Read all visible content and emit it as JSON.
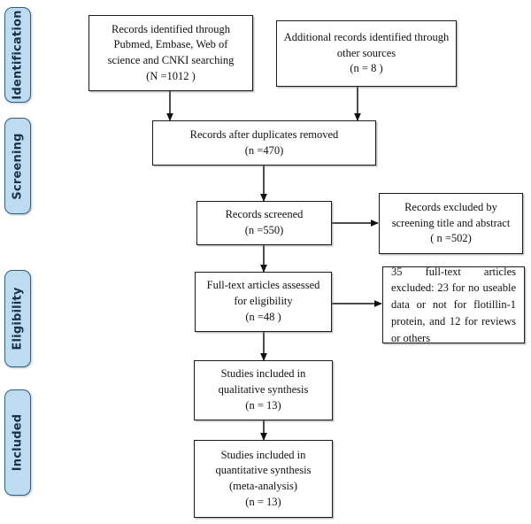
{
  "diagram": {
    "type": "prisma-flow-diagram",
    "title": "PRISMA study selection flow diagram",
    "colors": {
      "pill_fill": "#bedcf1",
      "pill_border": "#2d5f8b",
      "pill_text": "#17324a",
      "box_border": "#1b1b1b",
      "box_fill": "#ffffff",
      "connector": "#111111",
      "background": "#ffffff"
    }
  },
  "stages": [
    {
      "id": "identification",
      "label": "Identification"
    },
    {
      "id": "screening",
      "label": "Screening"
    },
    {
      "id": "eligibility",
      "label": "Eligibility"
    },
    {
      "id": "included",
      "label": "Included"
    }
  ],
  "boxes": {
    "records_identified": {
      "id": "records-identified",
      "text": "Records identified through\nPubmed, Embase, Web of\nscience and CNKI searching\n(N =1012 )",
      "count_label": "(N =1012 )",
      "count": 1012
    },
    "additional_records": {
      "id": "additional-records",
      "text": "Additional records identified through\nother sources\n(n = 8 )",
      "count_label": "(n = 8 )",
      "count": 8
    },
    "duplicates_removed": {
      "id": "records-after-duplicates-removed",
      "text": "Records after duplicates removed\n(n =470)",
      "count_label": "(n =470)",
      "count": 470
    },
    "records_screened": {
      "id": "records-screened",
      "text": "Records screened\n(n =550)",
      "count_label": "(n =550)",
      "count": 550
    },
    "records_excluded": {
      "id": "records-excluded",
      "text": "Records excluded by\nscreening title and abstract\n( n =502)",
      "count_label": "( n =502)",
      "count": 502
    },
    "fulltext_assessed": {
      "id": "full-text-articles-assessed",
      "text": "Full-text articles assessed\nfor eligibility\n(n =48 )",
      "count_label": "(n =48 )",
      "count": 48
    },
    "fulltext_excluded": {
      "id": "full-text-articles-excluded",
      "text": "35 full-text articles excluded: 23 for no useable data or not for flotillin-1 protein, and 12 for reviews or others",
      "count": 35
    },
    "qualitative": {
      "id": "studies-included-qualitative",
      "text": "Studies included in\nqualitative synthesis\n(n = 13)",
      "count_label": "(n = 13)",
      "count": 13
    },
    "quantitative": {
      "id": "studies-included-quantitative",
      "text": "Studies included in\nquantitative synthesis\n(meta-analysis)\n(n = 13)",
      "count_label": "(n = 13)",
      "count": 13
    }
  }
}
